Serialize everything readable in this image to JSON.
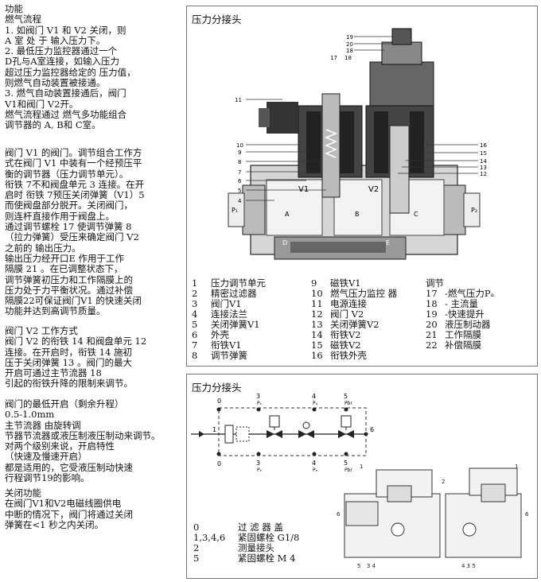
{
  "text_blocks": [
    {
      "lines": [
        "功能",
        "燃气流程",
        "1. 如阀门 V1 和 V2 关闭，则",
        "A 室 处 于 输入压力下。",
        "2. 最低压力监控器通过一个",
        "D孔与A室连接，如输入压力",
        "超过压力监控器给定的 压力值，",
        "则燃气自动装置被接通。",
        "3. 燃气自动装置接通后，阀门",
        "V1和阀门 V2开。",
        "燃气流程通过 燃气多功能组合",
        "调节器的 A, B和 C室。"
      ]
    },
    {
      "lines": [
        "阀门 V1 的阀门。调节组合工作方",
        "式在阀门 V1 中装有一个经预压平",
        "衡的调节器（压力调节单元）。",
        "衔铁 7不和阀盘单元 3 连接。在开",
        "启时 衔铁 7预压关闭弹簧（V1）5",
        "而使阀盘部分脱开。关闭阀门，",
        "则连杆直接作用于阀盘上。",
        "通过调节螺栓 17 使调节弹簧 8",
        "（拉力弹簧）受压来确定阀门 V2",
        "之前的 输出压力。",
        "输出压力经开口E 作用于工作",
        "隔膜 21 。在已调整状态下，",
        "调节弹簧初压力和工作隔膜上的",
        "压力处于力平衡状况。通过补偿",
        "隔膜22可保证阀门V1 的快速关闭",
        "功能并达到高调节质量。"
      ]
    },
    {
      "lines": [
        "阀门 V2 工作方式",
        "阀门 V2 的衔铁 14 和阀盘单元 12",
        "连接。在开启时，衔铁 14 施初",
        "压于关闭弹簧 13 。阀门的最大",
        "开启可通过主节流器 18",
        "引起的衔铁升降的限制来调节。"
      ]
    },
    {
      "lines": [
        "阀门的最低开启（剩余升程）",
        " 0.5-1.0mm",
        "主节流器 由旋转调",
        "节器节流器或液压制液压制动来调节。",
        "对两个级别来说，开启特性",
        "（快速及慢速开启）",
        "都是适用的，它受液压制动快速",
        "行程调节19的影响。"
      ]
    },
    {
      "lines": [
        "关闭功能",
        "在阀门V1和V2电磁线圈供电",
        "中断的情况下，阀门将通过关闭",
        "弹簧在<1 秒之内关闭。"
      ]
    }
  ],
  "panel_top": {
    "title": "压力分接头",
    "legend_col1": [
      {
        "n": "1",
        "t": "压力调节单元"
      },
      {
        "n": "2",
        "t": "精密过滤器"
      },
      {
        "n": "3",
        "t": "阀门V1"
      },
      {
        "n": "4",
        "t": "连接法兰"
      },
      {
        "n": "5",
        "t": "关闭弹簧V1"
      },
      {
        "n": "6",
        "t": "外壳"
      },
      {
        "n": "7",
        "t": "衔铁V1"
      },
      {
        "n": "8",
        "t": "调节弹簧"
      }
    ],
    "legend_col2": [
      {
        "n": "9",
        "t": "磁铁V1"
      },
      {
        "n": "10",
        "t": "燃气压力监控 器"
      },
      {
        "n": "11",
        "t": "电源连接"
      },
      {
        "n": "12",
        "t": "阀门 V2"
      },
      {
        "n": "13",
        "t": "关闭弹簧V2"
      },
      {
        "n": "14",
        "t": "衔铁V2"
      },
      {
        "n": "15",
        "t": "磁铁V2"
      },
      {
        "n": "16",
        "t": "衔铁外壳"
      }
    ],
    "legend_col3_title": "调节",
    "legend_col3": [
      {
        "n": "17",
        "t": "-燃气压力Pₐ"
      },
      {
        "n": "18",
        "t": "- 主流量"
      },
      {
        "n": "19",
        "t": "-快速提升"
      },
      {
        "n": "20",
        "t": "液压制动器"
      },
      {
        "n": "21",
        "t": "工作隔膜"
      },
      {
        "n": "22",
        "t": "补偿隔膜"
      }
    ],
    "diagram_labels": {
      "left_nums": [
        "10",
        "9",
        "8",
        "7",
        "6",
        "5",
        "4"
      ],
      "right_nums": [
        "16",
        "15",
        "14",
        "13",
        "12"
      ],
      "top_nums": [
        "19",
        "20",
        "18",
        "17",
        "11"
      ],
      "inner": [
        "V1",
        "V2",
        "P₁",
        "A",
        "B",
        "C",
        "P₂",
        "D",
        "E"
      ]
    }
  },
  "panel_bottom": {
    "title": "压力分接头",
    "schematic_labels": {
      "top": [
        {
          "n": "0",
          "s": ""
        },
        {
          "n": "3",
          "s": "Pₑ"
        },
        {
          "n": "4",
          "s": "Pₐ"
        },
        {
          "n": "5",
          "s": "P_Br"
        }
      ],
      "bottom": [
        {
          "n": "3",
          "s": "Pₑ"
        },
        {
          "n": "4",
          "s": "Pₐ"
        },
        {
          "n": "5",
          "s": "P_Br"
        }
      ],
      "side": [
        "1",
        "6",
        "0"
      ]
    },
    "device_labels": [
      "1",
      "6",
      "2",
      "1",
      "6",
      "5",
      "3 4",
      "4 3 5"
    ],
    "legend": [
      {
        "n": "0",
        "t": "过 滤 器 盖"
      },
      {
        "n": "1,3,4,6",
        "t": "紧固螺栓 G1/8"
      },
      {
        "n": "2",
        "t": "测量接头"
      },
      {
        "n": "5",
        "t": "紧固螺栓 M 4"
      }
    ]
  }
}
